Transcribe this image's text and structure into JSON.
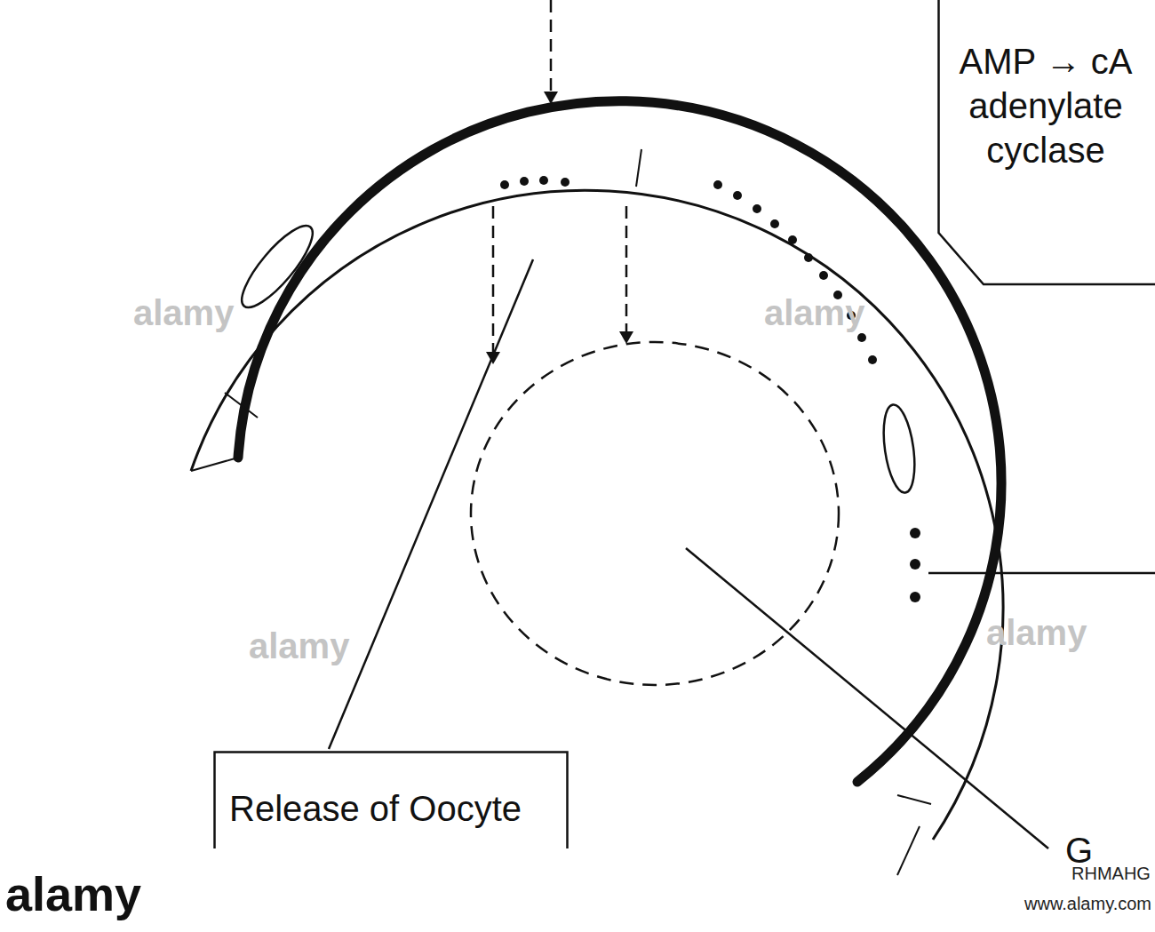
{
  "diagram": {
    "nodes": [
      {
        "text": [
          "AMP → cA adenylate cyclase"
        ]
      },
      {
        "text": [
          "Release of Oocyte"
        ]
      }
    ],
    "labels": [
      "G",
      "alamy",
      "RHMAHG",
      "www.alamy.com",
      "alamy",
      "alamy",
      "alamy",
      "alamy"
    ]
  }
}
